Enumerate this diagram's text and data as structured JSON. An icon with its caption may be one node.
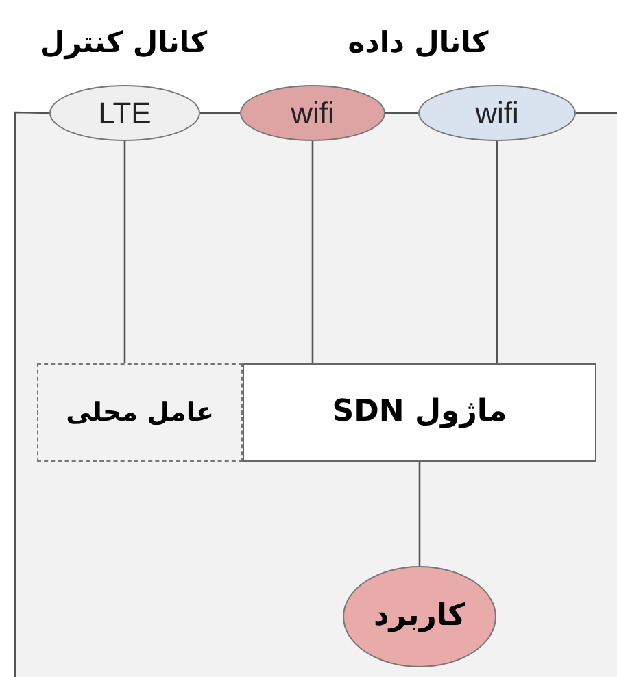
{
  "diagram": {
    "nodes": [
      {
        "text": [
          "LTE"
        ]
      },
      {
        "text": [
          "wifi"
        ]
      },
      {
        "text": [
          "wifi"
        ]
      },
      {
        "text": [
          "عامل محلی"
        ]
      },
      {
        "text": [
          "ماژول SDN"
        ]
      },
      {
        "text": [
          "کاربرد"
        ]
      }
    ],
    "edges": [
      {
        "from": null,
        "to": 0,
        "arrow": "none"
      },
      {
        "from": 0,
        "to": 1,
        "arrow": "none"
      },
      {
        "from": 1,
        "to": 2,
        "arrow": "none"
      },
      {
        "from": 2,
        "to": null,
        "arrow": "none"
      },
      {
        "from": 0,
        "to": 3,
        "arrow": "none"
      },
      {
        "from": 1,
        "to": 4,
        "arrow": "none"
      },
      {
        "from": 2,
        "to": 4,
        "arrow": "none"
      },
      {
        "from": 4,
        "to": 5,
        "arrow": "none"
      }
    ],
    "labels": [
      "کانال کنترل",
      "کانال داده"
    ]
  }
}
